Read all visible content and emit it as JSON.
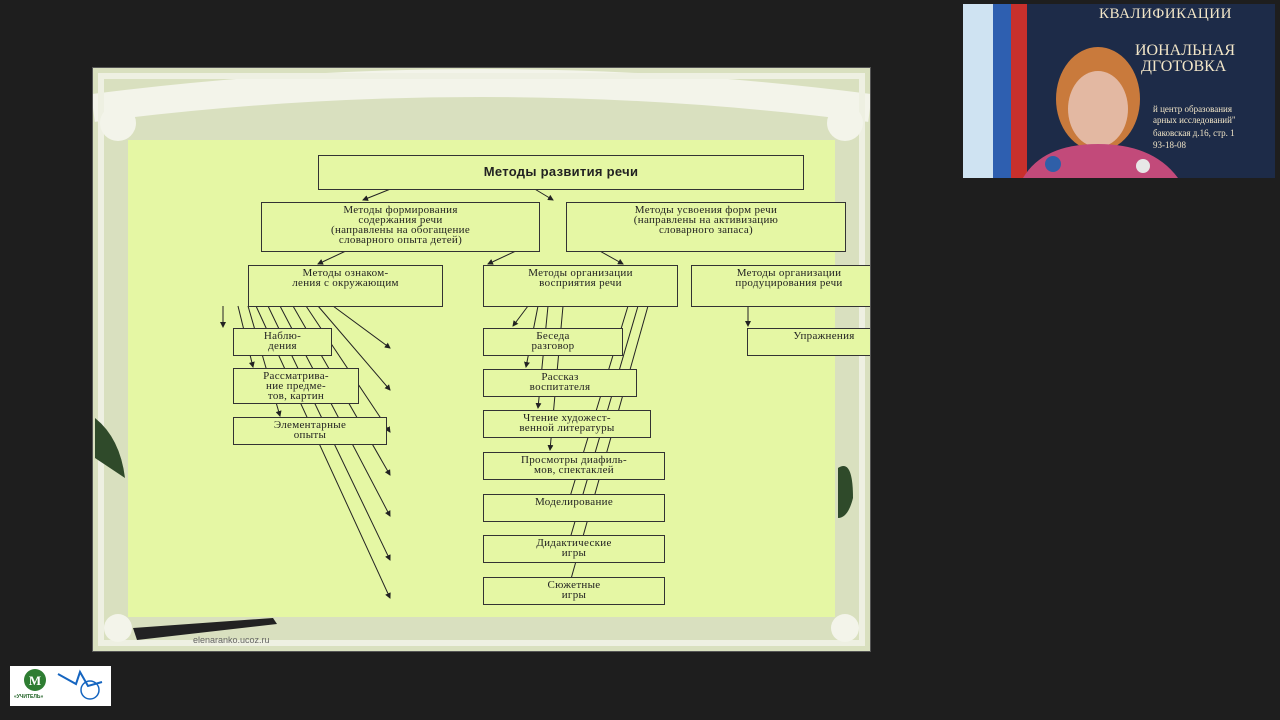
{
  "slide": {
    "watermark": "elenaranko.ucoz.ru",
    "diagram": {
      "title": "Методы развития речи",
      "level1": {
        "left": "Методы формирования\nсодержания речи\n(направлены на обогащение\nсловарного опыта детей)",
        "right": "Методы усвоения форм речи\n(направлены на активизацию\nсловарного запаса)"
      },
      "level2": {
        "familiarization": "Методы ознаком-\nления с окружающим",
        "perception": "Методы организации\nвосприятия речи",
        "production": "Методы организации\nпродуцирования речи"
      },
      "left_methods": [
        "Наблю-\nдения",
        "Рассматрива-\nние предме-\nтов, картин",
        "Элементарные\nопыты"
      ],
      "center_methods": [
        "Беседа\nразговор",
        "Рассказ\nвоспитателя",
        "Чтение художест-\nвенной литературы",
        "Просмотры диафиль-\nмов, спектаклей",
        "Моделирование",
        "Дидактические\nигры",
        "Сюжетные\nигры"
      ],
      "right_methods": [
        "Упражнения"
      ]
    }
  },
  "webcam": {
    "banner_lines": [
      "КВАЛИФИКАЦИИ",
      "ИОНАЛЬНАЯ",
      "ДГОТОВКА",
      "й центр образования",
      "арных исследований\"",
      "баковская д.16, стр. 1",
      "93-18-08"
    ]
  },
  "logo": {
    "text": "«УЧИТЕЛЬ»",
    "colors": {
      "green": "#2e7d32",
      "blue": "#1565c0"
    }
  }
}
